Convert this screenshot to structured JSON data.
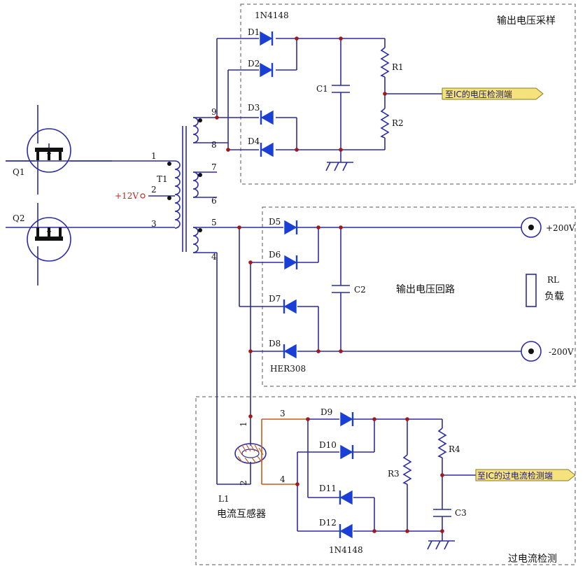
{
  "colors": {
    "wire": "#2a2aa8",
    "diode": "#1a3fd6",
    "junction": "#a01818",
    "supply": "#c82020",
    "tag": "#f6e27c",
    "winding": "#c85a1a"
  },
  "components": {
    "q1": "Q1",
    "q2": "Q2",
    "t1": "T1",
    "vcc": "+12V",
    "d1": "D1",
    "d2": "D2",
    "d3": "D3",
    "d4": "D4",
    "d5": "D5",
    "d6": "D6",
    "d7": "D7",
    "d8": "D8",
    "d9": "D9",
    "d10": "D10",
    "d11": "D11",
    "d12": "D12",
    "r1": "R1",
    "r2": "R2",
    "r3": "R3",
    "r4": "R4",
    "rl": "RL",
    "c1": "C1",
    "c2": "C2",
    "c3": "C3",
    "l1": "L1",
    "part_1n4148_top": "1N4148",
    "part_her308": "HER308",
    "part_1n4148_bottom": "1N4148"
  },
  "pins": {
    "p1": "1",
    "p2": "2",
    "p3": "3",
    "p4": "4",
    "p5": "5",
    "p6": "6",
    "p7": "7",
    "p8": "8",
    "p9": "9",
    "l1_p1": "1",
    "l1_p2": "2",
    "l1_p3": "3",
    "l1_p4": "4"
  },
  "sections": {
    "sampling_title": "输出电压采样",
    "output_loop_title": "输出电压回路",
    "overcurrent_title": "过电流检测"
  },
  "labels": {
    "load_cn": "负载",
    "plus200": "+200V",
    "minus200": "-200V",
    "l1_desc": "电流互感器",
    "to_ic_voltage": "至IC的电压检测端",
    "to_ic_current": "至IC的过电流检测端"
  }
}
